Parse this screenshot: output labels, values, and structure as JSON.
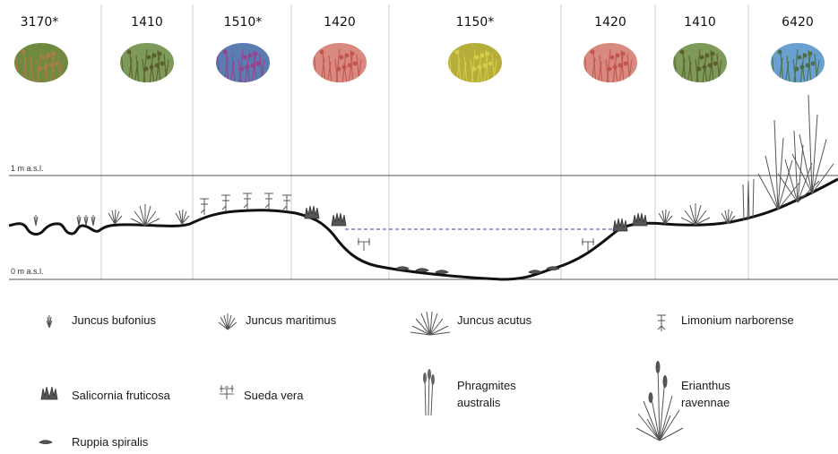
{
  "habitat_codes": [
    "3170*",
    "1410",
    "1510*",
    "1420",
    "1150*",
    "1420",
    "1410",
    "6420"
  ],
  "photo_colors": [
    {
      "bg": "#6f8a3e",
      "accent": "#b07a4a",
      "icon": "rush-seedhead-photo"
    },
    {
      "bg": "#7d9a5a",
      "accent": "#5a5a2a",
      "icon": "rush-flower-photo"
    },
    {
      "bg": "#5a7cb0",
      "accent": "#a23a8a",
      "icon": "limonium-flower-photo"
    },
    {
      "bg": "#d98a80",
      "accent": "#c0504a",
      "icon": "salicornia-red-photo"
    },
    {
      "bg": "#b6ae3a",
      "accent": "#d8cf4a",
      "icon": "ruppia-water-photo"
    },
    {
      "bg": "#d98a80",
      "accent": "#c0504a",
      "icon": "salicornia-red-photo"
    },
    {
      "bg": "#7d9a5a",
      "accent": "#5a5a2a",
      "icon": "rush-flower-photo"
    },
    {
      "bg": "#6aa0d0",
      "accent": "#4a6a3a",
      "icon": "erianthus-sky-photo"
    }
  ],
  "levels": {
    "upper": "1 m a.s.l.",
    "lower": "0 m a.s.l."
  },
  "legend": [
    {
      "label": "Juncus bufonius",
      "icon": "juncus-bufonius-icon"
    },
    {
      "label": "Juncus maritimus",
      "icon": "juncus-maritimus-icon"
    },
    {
      "label": "Juncus acutus",
      "icon": "juncus-acutus-icon"
    },
    {
      "label": "Limonium narborense",
      "icon": "limonium-narborense-icon"
    },
    {
      "label": "Salicornia fruticosa",
      "icon": "salicornia-fruticosa-icon"
    },
    {
      "label": "Sueda vera",
      "icon": "sueda-vera-icon"
    },
    {
      "label_line1": "Phragmites",
      "label_line2": "australis",
      "icon": "phragmites-australis-icon"
    },
    {
      "label_line1": "Erianthus",
      "label_line2": "ravennae",
      "icon": "erianthus-ravennae-icon"
    },
    {
      "label": "Ruppia spiralis",
      "icon": "ruppia-spiralis-icon"
    }
  ],
  "colors": {
    "profile": "#111111",
    "water_line": "#3a3aa8",
    "divider": "#cccccc",
    "level_line": "#555555"
  }
}
